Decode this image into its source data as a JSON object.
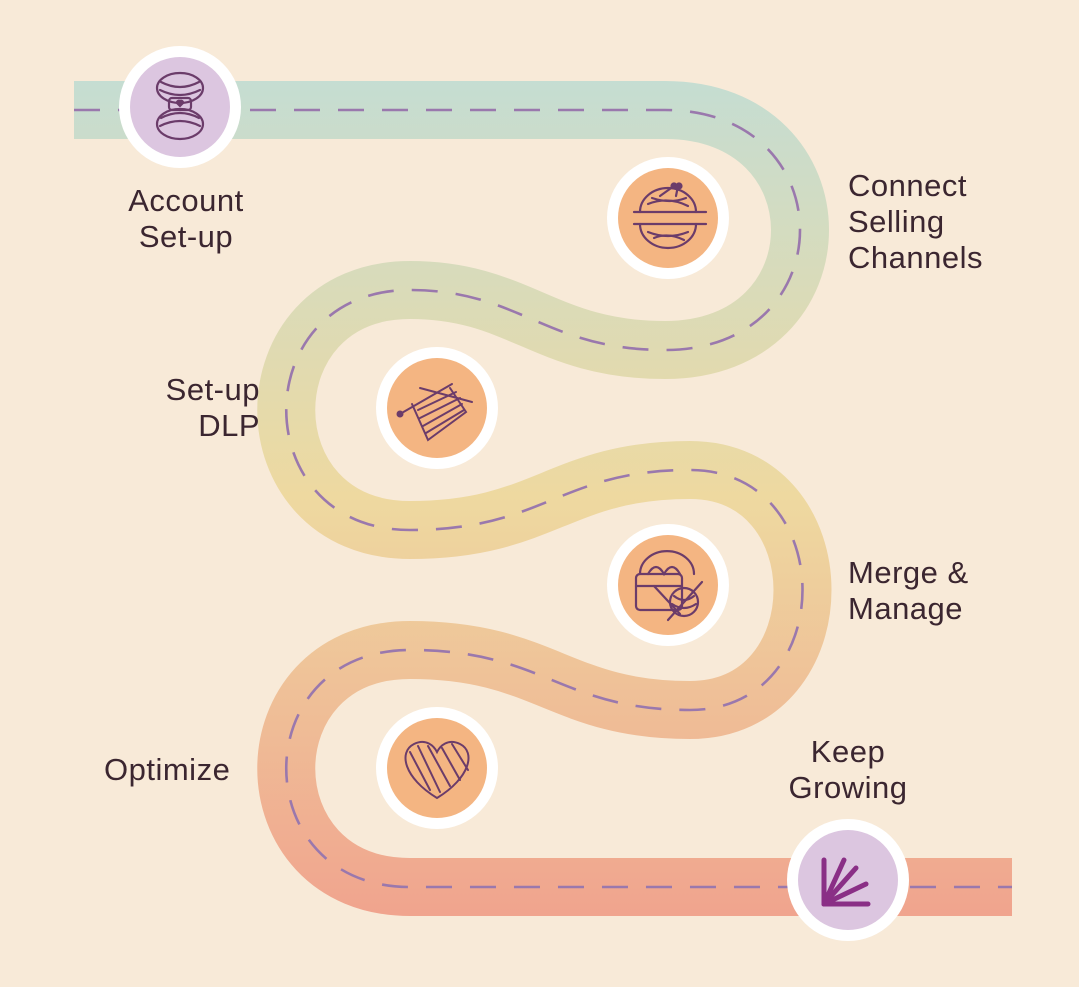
{
  "diagram": {
    "type": "roadmap",
    "colors": {
      "background": "#f8ead8",
      "road_start": "#c5ddd2",
      "road_mid": "#eed9a0",
      "road_end": "#f0a48e",
      "dash": "#9a78ad",
      "badge_ring": "#ffffff",
      "badge_purple": "#dcc6e0",
      "badge_orange": "#f4b582",
      "icon_stroke": "#6b3c6a",
      "accent_icon": "#8a2f86",
      "label_text": "#3b2630"
    },
    "steps": [
      {
        "label_lines": [
          "Account",
          "Set-up"
        ],
        "icon": "yarn-skein-icon",
        "badge": "purple"
      },
      {
        "label_lines": [
          "Connect",
          "Selling",
          "Channels"
        ],
        "icon": "yarn-ball-split-icon",
        "badge": "orange"
      },
      {
        "label_lines": [
          "Set-up",
          "DLP"
        ],
        "icon": "knitting-needles-icon",
        "badge": "orange"
      },
      {
        "label_lines": [
          "Merge &",
          "Manage"
        ],
        "icon": "yarn-basket-icon",
        "badge": "orange"
      },
      {
        "label_lines": [
          "Optimize"
        ],
        "icon": "yarn-heart-icon",
        "badge": "orange"
      },
      {
        "label_lines": [
          "Keep",
          "Growing"
        ],
        "icon": "growth-burst-icon",
        "badge": "purple"
      }
    ]
  }
}
